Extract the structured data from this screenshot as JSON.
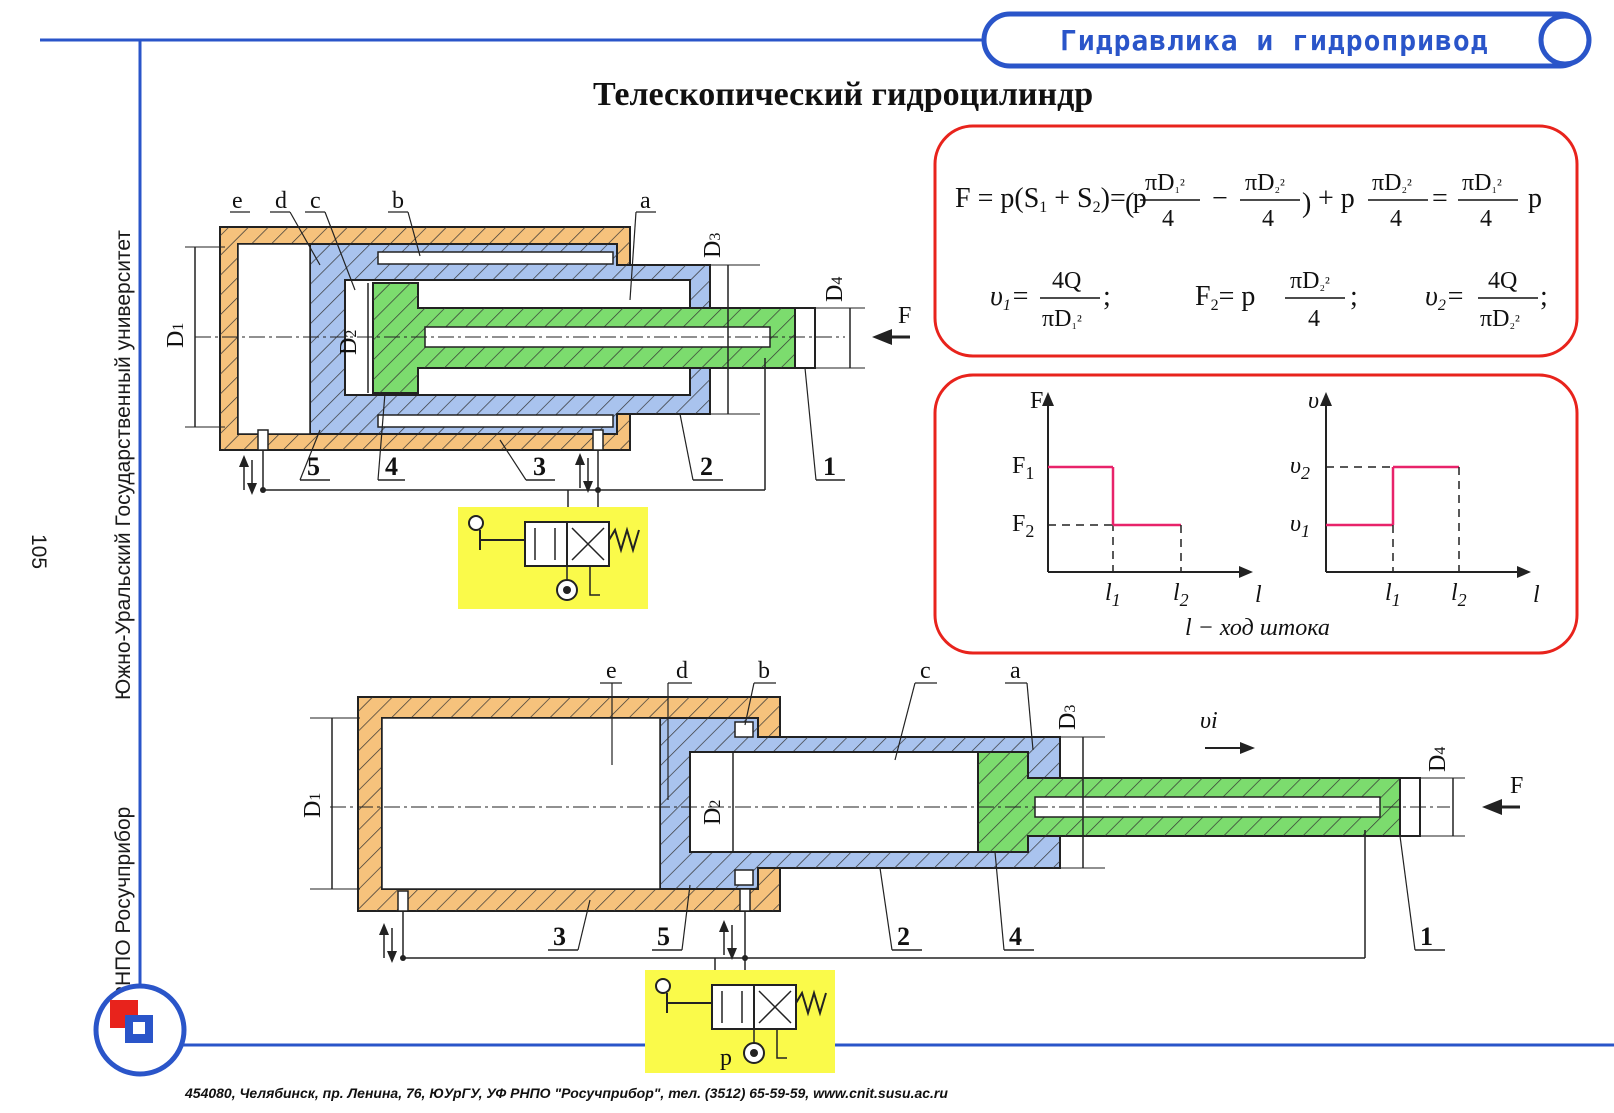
{
  "header": {
    "label": "Гидравлика и гидропривод"
  },
  "title": "Телескопический гидроцилиндр",
  "side_text": {
    "org": "РНПО Росучприбор",
    "university": "Южно-Уральский Государственный университет",
    "page": "105"
  },
  "footer": "454080, Челябинск, пр. Ленина, 76, ЮУрГУ, УФ РНПО \"Росучприбор\", тел. (3512) 65-59-59, www.cnit.susu.ac.ru",
  "colors": {
    "cylinder": "#f6c27c",
    "piston": "#a9c3ee",
    "rod": "#7cdc6e",
    "valve_bg": "#fafa4a",
    "frame_red": "#e8231c",
    "accent_blue": "#2a55c9",
    "graph_red": "#e8236a"
  },
  "formulas": {
    "force_full": "F = p(S₁ + S₂)= p(πD₁²/4 − πD₂²/4)+ p πD₂²/4 = πD₁²/4 p",
    "v1": "υ₁=4Q/πD₁²;",
    "f2": "F₂= p πD₂²/4;",
    "v2": "υ₂=4Q/πD₂²;"
  },
  "graphs": {
    "caption": "l − ход штока",
    "force": {
      "y_label": "F",
      "x_label": "l",
      "levels": [
        "F1",
        "F2"
      ],
      "ticks": [
        "l1",
        "l2"
      ],
      "steps": [
        {
          "from": 0,
          "to": 1,
          "level": "F1"
        },
        {
          "from": 1,
          "to": 2,
          "level": "F2"
        }
      ]
    },
    "velocity": {
      "y_label": "υ",
      "x_label": "l",
      "levels": [
        "υ1",
        "υ2"
      ],
      "ticks": [
        "l1",
        "l2"
      ],
      "steps": [
        {
          "from": 0,
          "to": 1,
          "level": "υ1"
        },
        {
          "from": 1,
          "to": 2,
          "level": "υ2"
        }
      ]
    }
  },
  "diagram_top": {
    "letters": [
      "e",
      "d",
      "c",
      "b",
      "a"
    ],
    "numbers": [
      "5",
      "4",
      "3",
      "2",
      "1"
    ],
    "dims": [
      "D1",
      "D2",
      "D3",
      "D4"
    ],
    "force": "F"
  },
  "diagram_bottom": {
    "letters": [
      "e",
      "d",
      "b",
      "c",
      "a"
    ],
    "numbers": [
      "3",
      "5",
      "2",
      "4",
      "1"
    ],
    "dims": [
      "D1",
      "D2",
      "D3",
      "D4"
    ],
    "force": "F",
    "velocity": "υi",
    "pressure": "p"
  }
}
